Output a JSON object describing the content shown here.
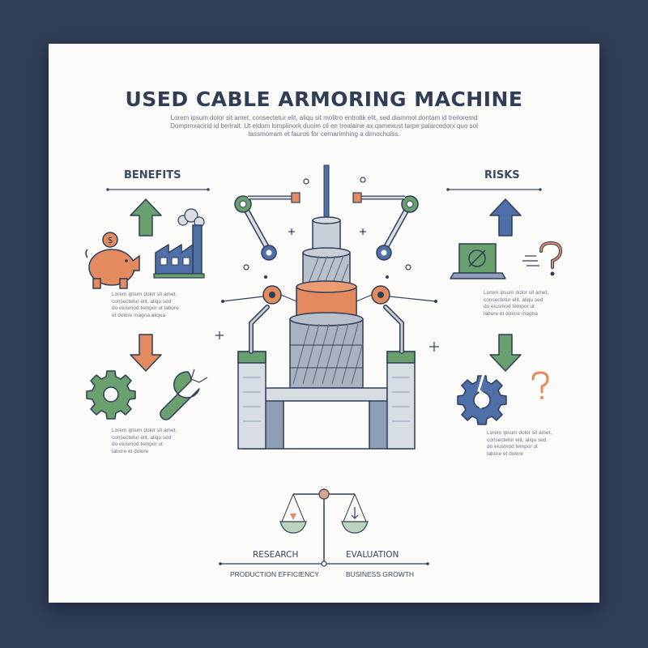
{
  "title": "USED CABLE ARMORING MACHINE",
  "subtitle_lines": [
    "Lorem ipsum dolor sit amet, consectetur elit, aliqu sit molitro entrotik elit, sed diammot dontam id treiloremd",
    "Domprnxacirid id berlrait. Ut eldom lomplinork duoim cil en trealaine ax qamexust tarpe palarcedorx quo sol",
    "tassmorram et fauros for cernarimhing a dirnochuiss."
  ],
  "benefits": {
    "heading": "BENEFITS",
    "text1": [
      "Lorem ipsum dolor sit amet,",
      "consectetur elit, aliqu sed",
      "do eiusmod tempor ut labore",
      "et dolore magna aliqua"
    ],
    "text2": [
      "Lorem ipsum dolor sit amet,",
      "consectetur elit, aliqu sed",
      "do eiusmod tempor ut",
      "labore et dolore"
    ]
  },
  "risks": {
    "heading": "RISKS",
    "text1": [
      "Lorem ipsum dolor sit amet,",
      "consectetur elit, aliqu sed",
      "do eiusmod tempor ut",
      "labore et dolore magna"
    ],
    "text2": [
      "Lorem ipsum dolor sit amet,",
      "consectetur elit, aliqu sed",
      "do eiusmod tempor ut",
      "labore et dolore"
    ]
  },
  "bottom": {
    "research": "RESEARCH",
    "evaluation": "EVALUATION",
    "production": "PRODUCTION EFFICIENCY",
    "growth": "BUSINESS GROWTH"
  },
  "colors": {
    "navy": "#2f3d57",
    "green": "#6a9f6e",
    "orange": "#e48a5f",
    "blue": "#4f6fa8",
    "steel": "#8fa0b6"
  }
}
